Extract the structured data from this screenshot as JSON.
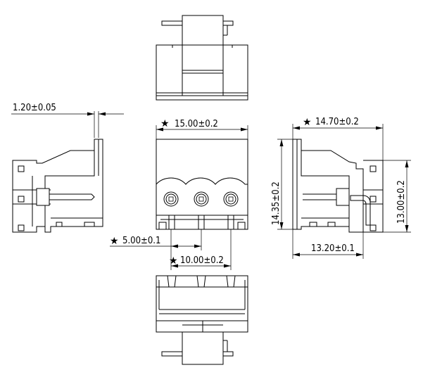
{
  "dimensions": {
    "pin_thickness": "1.20±0.05",
    "width_front": "15.00±0.2",
    "pitch": "5.00±0.1",
    "two_pitch": "10.00±0.2",
    "side_depth_top": "14.70±0.2",
    "side_height": "14.35±0.2",
    "side_height_right": "13.00±0.2",
    "side_depth_bottom": "13.20±0.1"
  },
  "symbols": {
    "critical_mark": "★"
  }
}
